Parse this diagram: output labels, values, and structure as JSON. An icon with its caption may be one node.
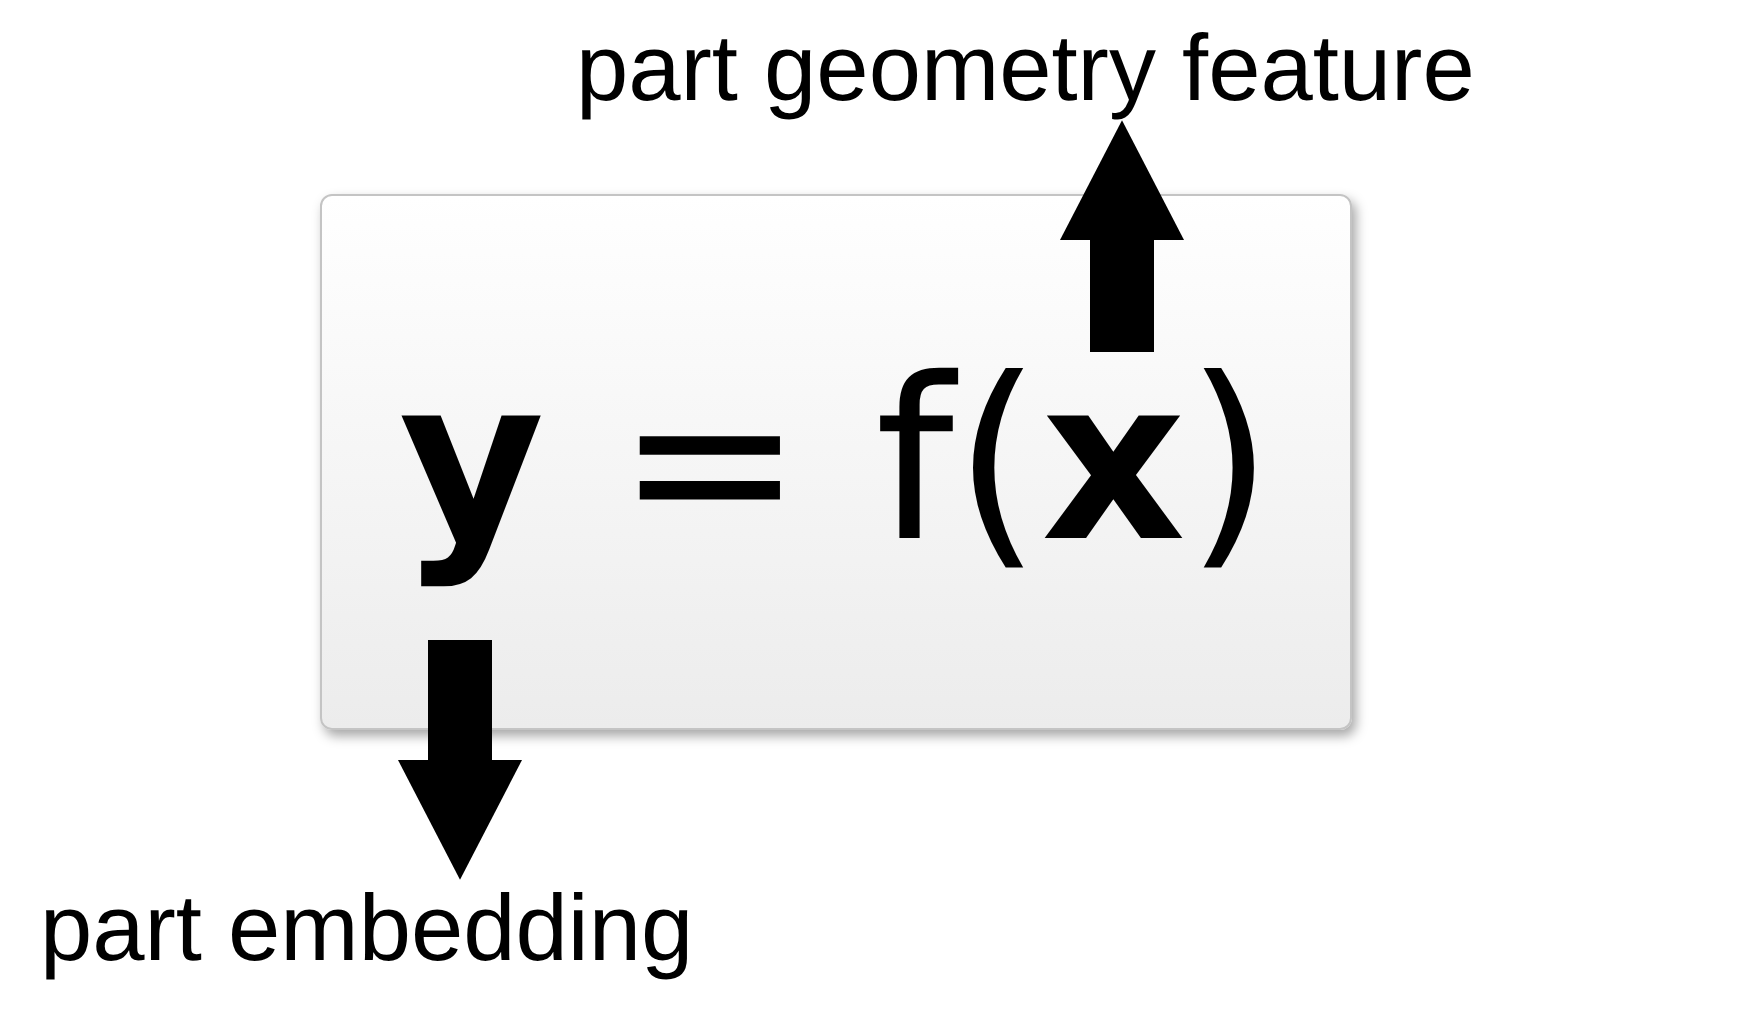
{
  "diagram": {
    "nodes": [
      {
        "text": [
          "**y** = f(**x**)"
        ]
      },
      {
        "text": [
          "part geometry feature"
        ]
      },
      {
        "text": [
          "part embedding"
        ]
      }
    ],
    "edges": [
      {
        "from": 0,
        "to": 1,
        "arrow": "to"
      },
      {
        "from": 0,
        "to": 2,
        "arrow": "to"
      }
    ]
  }
}
